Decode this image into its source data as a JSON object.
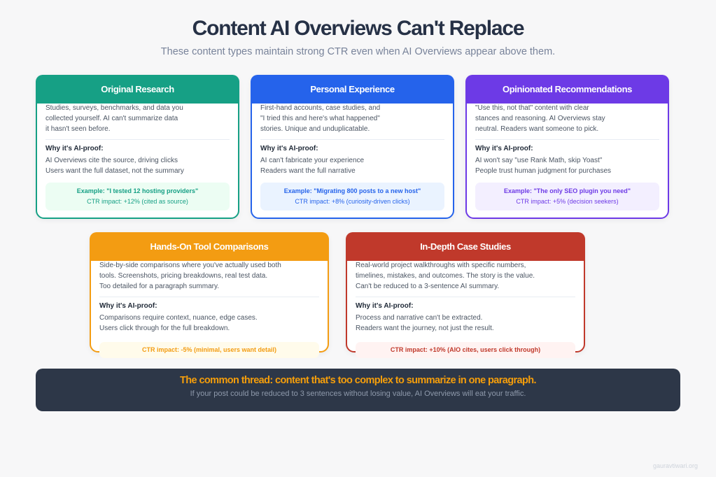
{
  "header": {
    "title": "Content AI Overviews Can't Replace",
    "subtitle": "These content types maintain strong CTR even when AI Overviews appear above them."
  },
  "cards": [
    {
      "title": "Original Research",
      "accent": "#16a085",
      "impact_bg": "#ecfdf3",
      "impact_color": "#16a085",
      "desc": [
        "Studies, surveys, benchmarks, and data you",
        "collected yourself. AI can't summarize data",
        "it hasn't seen before."
      ],
      "why_label": "Why it's AI-proof:",
      "why": [
        "AI Overviews cite the source, driving clicks",
        "Users want the full dataset, not the summary"
      ],
      "example": "Example: \"I tested 12 hosting providers\"",
      "impact": "CTR impact: +12% (cited as source)"
    },
    {
      "title": "Personal Experience",
      "accent": "#2563eb",
      "impact_bg": "#eaf3ff",
      "impact_color": "#2563eb",
      "desc": [
        "First-hand accounts, case studies, and",
        "\"I tried this and here's what happened\"",
        "stories. Unique and unduplicatable."
      ],
      "why_label": "Why it's AI-proof:",
      "why": [
        "AI can't fabricate your experience",
        "Readers want the full narrative"
      ],
      "example": "Example: \"Migrating 800 posts to a new host\"",
      "impact": "CTR impact: +8% (curiosity-driven clicks)"
    },
    {
      "title": "Opinionated Recommendations",
      "accent": "#6d3ae6",
      "impact_bg": "#f3efff",
      "impact_color": "#6d3ae6",
      "desc": [
        "\"Use this, not that\" content with clear",
        "stances and reasoning. AI Overviews stay",
        "neutral. Readers want someone to pick."
      ],
      "why_label": "Why it's AI-proof:",
      "why": [
        "AI won't say \"use Rank Math, skip Yoast\"",
        "People trust human judgment for purchases"
      ],
      "example": "Example: \"The only SEO plugin you need\"",
      "impact": "CTR impact: +5% (decision seekers)"
    },
    {
      "title": "Hands-On Tool Comparisons",
      "accent": "#f39c12",
      "impact_bg": "#fffbeb",
      "impact_color": "#f39c12",
      "desc": [
        "Side-by-side comparisons where you've actually used both",
        "tools. Screenshots, pricing breakdowns, real test data.",
        "Too detailed for a paragraph summary."
      ],
      "why_label": "Why it's AI-proof:",
      "why": [
        "Comparisons require context, nuance, edge cases.",
        "Users click through for the full breakdown."
      ],
      "impact": "CTR impact: -5% (minimal, users want detail)"
    },
    {
      "title": "In-Depth Case Studies",
      "accent": "#c0392b",
      "impact_bg": "#fff3f2",
      "impact_color": "#c0392b",
      "desc": [
        "Real-world project walkthroughs with specific numbers,",
        "timelines, mistakes, and outcomes. The story is the value.",
        "Can't be reduced to a 3-sentence AI summary."
      ],
      "why_label": "Why it's AI-proof:",
      "why": [
        "Process and narrative can't be extracted.",
        "Readers want the journey, not just the result."
      ],
      "impact": "CTR impact: +10% (AIO cites, users click through)"
    }
  ],
  "banner": {
    "title": "The common thread: content that's too complex to summarize in one paragraph.",
    "subtitle": "If your post could be reduced to 3 sentences without losing value, AI Overviews will eat your traffic."
  },
  "watermark": "gauravtiwari.org"
}
